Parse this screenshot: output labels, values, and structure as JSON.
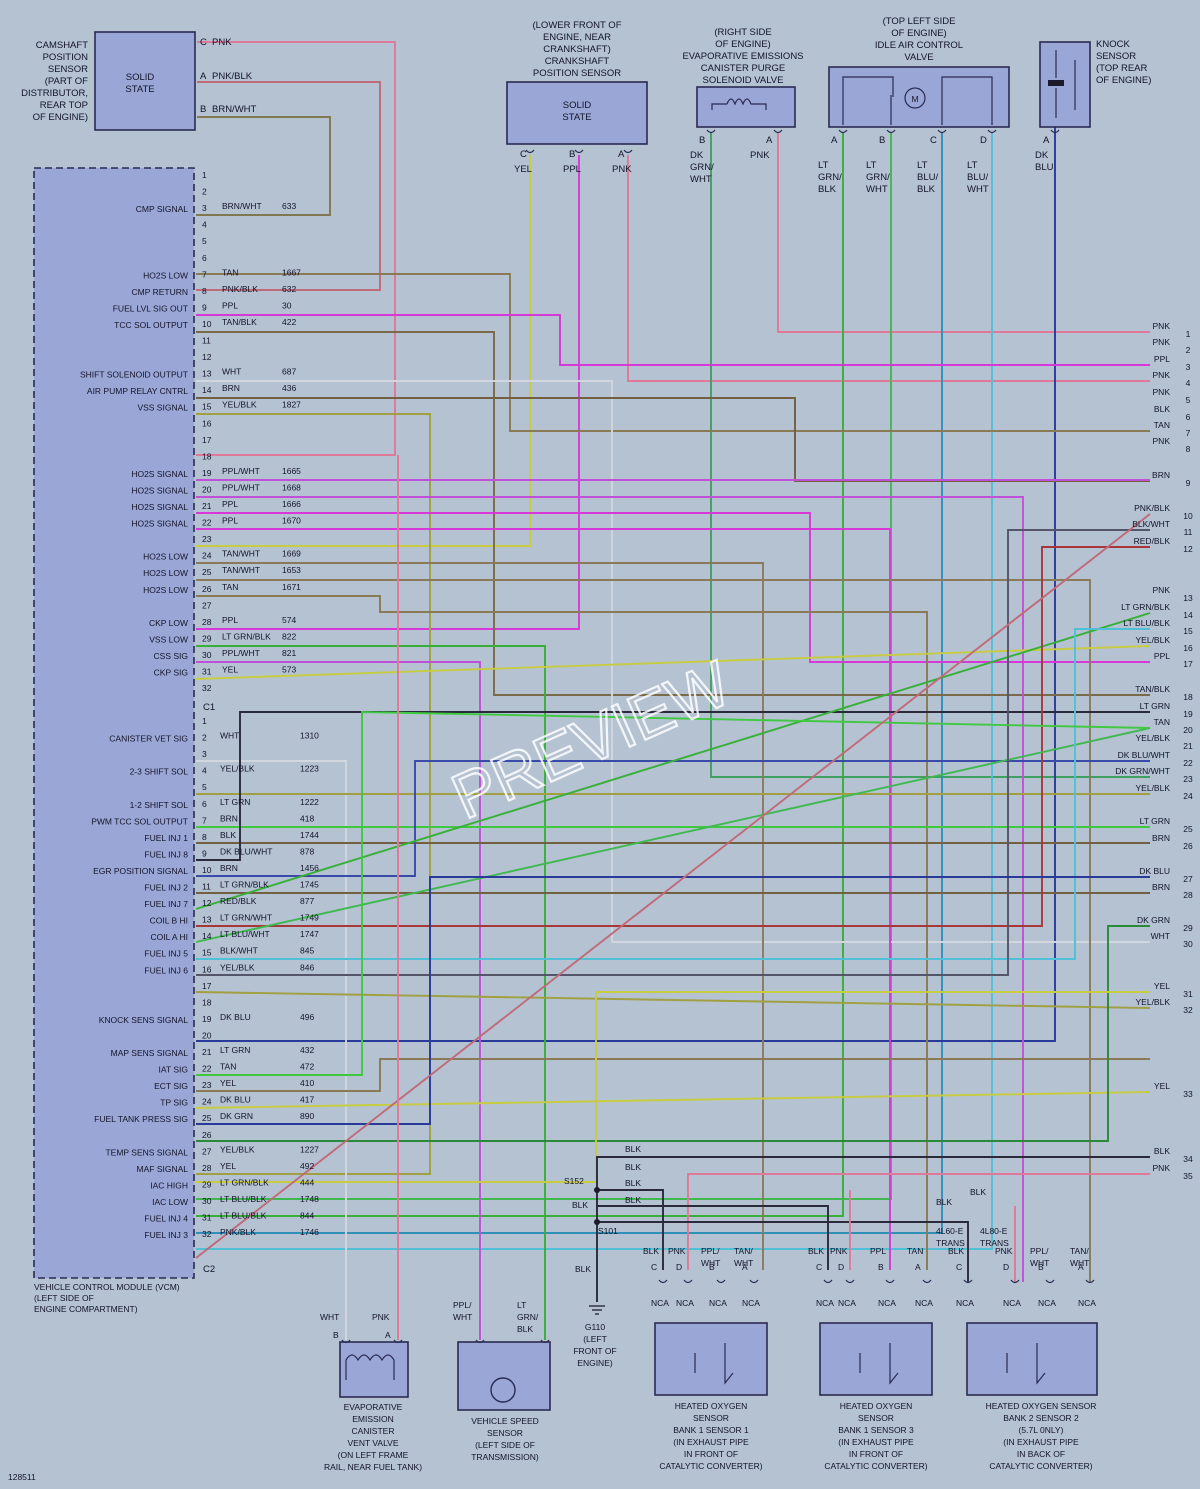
{
  "figure_id": "128511",
  "watermark": "PREVIEW",
  "colors": {
    "PNK": "#e0789a",
    "PNKBLK": "#c06a7a",
    "PPL": "#d838d8",
    "PPLWHT": "#c050d8",
    "BRN": "#726040",
    "BRNWHT": "#807850",
    "TAN": "#8a7a55",
    "TANBLK": "#7a6a4a",
    "TANWHT": "#8a7a5a",
    "YEL": "#c8cc40",
    "YELBLK": "#a0a040",
    "BLK": "#2a2a3a",
    "BLKWHT": "#55556a",
    "WHT": "#d2d6de",
    "GRN": "#40c040",
    "LTGRN": "#40c840",
    "LTGRNBLK": "#38b038",
    "LTGRNWHT": "#40b850",
    "DKGRN": "#2a8a3a",
    "DKGRNWHT": "#40a060",
    "LTBLU": "#38b8d0",
    "LTBLUBLK": "#3090b8",
    "LTBLUWHT": "#50c0d8",
    "DKBLU": "#2a3a9a",
    "DKBLUWHT": "#3a4aa8",
    "RED": "#c84040",
    "REDBLK": "#a83838"
  },
  "camshaft_sensor": {
    "label": [
      "CAMSHAFT",
      "POSITION",
      "SENSOR",
      "(PART OF",
      "DISTRIBUTOR,",
      "REAR TOP",
      "OF ENGINE)"
    ],
    "inner": [
      "SOLID",
      "STATE"
    ],
    "pins": [
      {
        "pin": "C",
        "wire": "PNK"
      },
      {
        "pin": "A",
        "wire": "PNK/BLK"
      },
      {
        "pin": "B",
        "wire": "BRN/WHT"
      }
    ]
  },
  "crankshaft_sensor": {
    "label": [
      "(LOWER FRONT OF",
      "ENGINE, NEAR",
      "CRANKSHAFT)",
      "CRANKSHAFT",
      "POSITION SENSOR"
    ],
    "inner": [
      "SOLID",
      "STATE"
    ],
    "pins": [
      {
        "pin": "C",
        "wire": [
          "YEL"
        ]
      },
      {
        "pin": "B",
        "wire": [
          "PPL"
        ]
      },
      {
        "pin": "A",
        "wire": [
          "PNK"
        ]
      }
    ]
  },
  "evap_purge_valve": {
    "label": [
      "(RIGHT SIDE",
      "OF ENGINE)",
      "EVAPORATIVE EMISSIONS",
      "CANISTER PURGE",
      "SOLENOID VALVE"
    ],
    "pins": [
      {
        "pin": "B",
        "wire": [
          "DK",
          "GRN/",
          "WHT"
        ]
      },
      {
        "pin": "A",
        "wire": [
          "PNK"
        ]
      }
    ]
  },
  "iac_valve": {
    "label": [
      "(TOP LEFT SIDE",
      "OF ENGINE)",
      "IDLE AIR CONTROL",
      "VALVE"
    ],
    "motor": "M",
    "pins": [
      {
        "pin": "A",
        "wire": [
          "LT",
          "GRN/",
          "BLK"
        ]
      },
      {
        "pin": "B",
        "wire": [
          "LT",
          "GRN/",
          "WHT"
        ]
      },
      {
        "pin": "C",
        "wire": [
          "LT",
          "BLU/",
          "BLK"
        ]
      },
      {
        "pin": "D",
        "wire": [
          "LT",
          "BLU/",
          "WHT"
        ]
      }
    ]
  },
  "knock_sensor": {
    "label": [
      "KNOCK",
      "SENSOR",
      "(TOP REAR",
      "OF ENGINE)"
    ],
    "pins": [
      {
        "pin": "A",
        "wire": [
          "DK",
          "BLU"
        ]
      }
    ]
  },
  "vcm": {
    "label": [
      "VEHICLE CONTROL MODULE (VCM)",
      "(LEFT SIDE OF",
      "ENGINE COMPARTMENT)"
    ],
    "c1": "C1",
    "c2": "C2",
    "c1_pins": [
      {
        "pin": "1",
        "signal": "",
        "wire": "",
        "circuit": ""
      },
      {
        "pin": "2",
        "signal": "",
        "wire": "",
        "circuit": ""
      },
      {
        "pin": "3",
        "signal": "CMP SIGNAL",
        "wire": "BRN/WHT",
        "circuit": "633"
      },
      {
        "pin": "4",
        "signal": "",
        "wire": "",
        "circuit": ""
      },
      {
        "pin": "5",
        "signal": "",
        "wire": "",
        "circuit": ""
      },
      {
        "pin": "6",
        "signal": "",
        "wire": "",
        "circuit": ""
      },
      {
        "pin": "7",
        "signal": "HO2S LOW",
        "wire": "TAN",
        "circuit": "1667"
      },
      {
        "pin": "8",
        "signal": "CMP RETURN",
        "wire": "PNK/BLK",
        "circuit": "632"
      },
      {
        "pin": "9",
        "signal": "FUEL LVL SIG OUT",
        "wire": "PPL",
        "circuit": "30"
      },
      {
        "pin": "10",
        "signal": "TCC SOL OUTPUT",
        "wire": "TAN/BLK",
        "circuit": "422"
      },
      {
        "pin": "11",
        "signal": "",
        "wire": "",
        "circuit": ""
      },
      {
        "pin": "12",
        "signal": "",
        "wire": "",
        "circuit": ""
      },
      {
        "pin": "13",
        "signal": "SHIFT SOLENOID OUTPUT",
        "wire": "WHT",
        "circuit": "687"
      },
      {
        "pin": "14",
        "signal": "AIR PUMP RELAY CNTRL",
        "wire": "BRN",
        "circuit": "436"
      },
      {
        "pin": "15",
        "signal": "VSS SIGNAL",
        "wire": "YEL/BLK",
        "circuit": "1827"
      },
      {
        "pin": "16",
        "signal": "",
        "wire": "",
        "circuit": ""
      },
      {
        "pin": "17",
        "signal": "",
        "wire": "",
        "circuit": ""
      },
      {
        "pin": "18",
        "signal": "",
        "wire": "",
        "circuit": ""
      },
      {
        "pin": "19",
        "signal": "HO2S SIGNAL",
        "wire": "PPL/WHT",
        "circuit": "1665"
      },
      {
        "pin": "20",
        "signal": "HO2S SIGNAL",
        "wire": "PPL/WHT",
        "circuit": "1668"
      },
      {
        "pin": "21",
        "signal": "HO2S SIGNAL",
        "wire": "PPL",
        "circuit": "1666"
      },
      {
        "pin": "22",
        "signal": "HO2S SIGNAL",
        "wire": "PPL",
        "circuit": "1670"
      },
      {
        "pin": "23",
        "signal": "",
        "wire": "",
        "circuit": ""
      },
      {
        "pin": "24",
        "signal": "HO2S LOW",
        "wire": "TAN/WHT",
        "circuit": "1669"
      },
      {
        "pin": "25",
        "signal": "HO2S LOW",
        "wire": "TAN/WHT",
        "circuit": "1653"
      },
      {
        "pin": "26",
        "signal": "HO2S LOW",
        "wire": "TAN",
        "circuit": "1671"
      },
      {
        "pin": "27",
        "signal": "",
        "wire": "",
        "circuit": ""
      },
      {
        "pin": "28",
        "signal": "CKP LOW",
        "wire": "PPL",
        "circuit": "574"
      },
      {
        "pin": "29",
        "signal": "VSS LOW",
        "wire": "LT GRN/BLK",
        "circuit": "822"
      },
      {
        "pin": "30",
        "signal": "CSS SIG",
        "wire": "PPL/WHT",
        "circuit": "821"
      },
      {
        "pin": "31",
        "signal": "CKP SIG",
        "wire": "YEL",
        "circuit": "573"
      },
      {
        "pin": "32",
        "signal": "",
        "wire": "",
        "circuit": ""
      }
    ],
    "c2_pins": [
      {
        "pin": "1",
        "signal": "",
        "wire": "",
        "circuit": ""
      },
      {
        "pin": "2",
        "signal": "CANISTER VET SIG",
        "wire": "WHT",
        "circuit": "1310"
      },
      {
        "pin": "3",
        "signal": "",
        "wire": "",
        "circuit": ""
      },
      {
        "pin": "4",
        "signal": "2-3 SHIFT SOL",
        "wire": "YEL/BLK",
        "circuit": "1223"
      },
      {
        "pin": "5",
        "signal": "",
        "wire": "",
        "circuit": ""
      },
      {
        "pin": "6",
        "signal": "1-2 SHIFT SOL",
        "wire": "LT GRN",
        "circuit": "1222"
      },
      {
        "pin": "7",
        "signal": "PWM TCC SOL OUTPUT",
        "wire": "BRN",
        "circuit": "418"
      },
      {
        "pin": "8",
        "signal": "FUEL INJ 1",
        "wire": "BLK",
        "circuit": "1744"
      },
      {
        "pin": "9",
        "signal": "FUEL INJ 8",
        "wire": "DK BLU/WHT",
        "circuit": "878"
      },
      {
        "pin": "10",
        "signal": "EGR POSITION SIGNAL",
        "wire": "BRN",
        "circuit": "1456"
      },
      {
        "pin": "11",
        "signal": "FUEL INJ 2",
        "wire": "LT GRN/BLK",
        "circuit": "1745"
      },
      {
        "pin": "12",
        "signal": "FUEL INJ 7",
        "wire": "RED/BLK",
        "circuit": "877"
      },
      {
        "pin": "13",
        "signal": "COIL B HI",
        "wire": "LT GRN/WHT",
        "circuit": "1749"
      },
      {
        "pin": "14",
        "signal": "COIL A HI",
        "wire": "LT BLU/WHT",
        "circuit": "1747"
      },
      {
        "pin": "15",
        "signal": "FUEL INJ 5",
        "wire": "BLK/WHT",
        "circuit": "845"
      },
      {
        "pin": "16",
        "signal": "FUEL INJ 6",
        "wire": "YEL/BLK",
        "circuit": "846"
      },
      {
        "pin": "17",
        "signal": "",
        "wire": "",
        "circuit": ""
      },
      {
        "pin": "18",
        "signal": "",
        "wire": "",
        "circuit": ""
      },
      {
        "pin": "19",
        "signal": "KNOCK SENS SIGNAL",
        "wire": "DK BLU",
        "circuit": "496"
      },
      {
        "pin": "20",
        "signal": "",
        "wire": "",
        "circuit": ""
      },
      {
        "pin": "21",
        "signal": "MAP SENS SIGNAL",
        "wire": "LT GRN",
        "circuit": "432"
      },
      {
        "pin": "22",
        "signal": "IAT SIG",
        "wire": "TAN",
        "circuit": "472"
      },
      {
        "pin": "23",
        "signal": "ECT SIG",
        "wire": "YEL",
        "circuit": "410"
      },
      {
        "pin": "24",
        "signal": "TP SIG",
        "wire": "DK BLU",
        "circuit": "417"
      },
      {
        "pin": "25",
        "signal": "FUEL TANK PRESS SIG",
        "wire": "DK GRN",
        "circuit": "890"
      },
      {
        "pin": "26",
        "signal": "",
        "wire": "",
        "circuit": ""
      },
      {
        "pin": "27",
        "signal": "TEMP SENS SIGNAL",
        "wire": "YEL/BLK",
        "circuit": "1227"
      },
      {
        "pin": "28",
        "signal": "MAF SIGNAL",
        "wire": "YEL",
        "circuit": "492"
      },
      {
        "pin": "29",
        "signal": "IAC HIGH",
        "wire": "LT GRN/BLK",
        "circuit": "444"
      },
      {
        "pin": "30",
        "signal": "IAC LOW",
        "wire": "LT BLU/BLK",
        "circuit": "1748"
      },
      {
        "pin": "31",
        "signal": "FUEL INJ 4",
        "wire": "LT BLU/BLK",
        "circuit": "844"
      },
      {
        "pin": "32",
        "signal": "FUEL INJ 3",
        "wire": "PNK/BLK",
        "circuit": "1746"
      }
    ]
  },
  "right_terminals": [
    {
      "num": "1",
      "wire": "PNK"
    },
    {
      "num": "2",
      "wire": "PNK"
    },
    {
      "num": "3",
      "wire": "PPL"
    },
    {
      "num": "4",
      "wire": "PNK"
    },
    {
      "num": "5",
      "wire": "PNK"
    },
    {
      "num": "6",
      "wire": "BLK"
    },
    {
      "num": "7",
      "wire": "TAN"
    },
    {
      "num": "8",
      "wire": "PNK"
    },
    {
      "num": "9",
      "wire": "BRN"
    },
    {
      "num": "10",
      "wire": "PNK/BLK"
    },
    {
      "num": "11",
      "wire": "BLK/WHT"
    },
    {
      "num": "12",
      "wire": "RED/BLK"
    },
    {
      "num": "13",
      "wire": "PNK"
    },
    {
      "num": "14",
      "wire": "LT GRN/BLK"
    },
    {
      "num": "15",
      "wire": "LT BLU/BLK"
    },
    {
      "num": "16",
      "wire": "YEL/BLK"
    },
    {
      "num": "17",
      "wire": "PPL"
    },
    {
      "num": "18",
      "wire": "TAN/BLK"
    },
    {
      "num": "19",
      "wire": "LT GRN"
    },
    {
      "num": "20",
      "wire": "TAN"
    },
    {
      "num": "21",
      "wire": "YEL/BLK"
    },
    {
      "num": "22",
      "wire": "DK BLU/WHT"
    },
    {
      "num": "23",
      "wire": "DK GRN/WHT"
    },
    {
      "num": "24",
      "wire": "YEL/BLK"
    },
    {
      "num": "25",
      "wire": "LT GRN"
    },
    {
      "num": "26",
      "wire": "BRN"
    },
    {
      "num": "27",
      "wire": "DK BLU"
    },
    {
      "num": "28",
      "wire": "BRN"
    },
    {
      "num": "29",
      "wire": "DK GRN"
    },
    {
      "num": "30",
      "wire": "WHT"
    },
    {
      "num": "31",
      "wire": "YEL"
    },
    {
      "num": "32",
      "wire": "YEL/BLK"
    },
    {
      "num": "33",
      "wire": "YEL"
    },
    {
      "num": "34",
      "wire": "BLK"
    },
    {
      "num": "35",
      "wire": "PNK"
    }
  ],
  "ground_splice": {
    "s152": "S152",
    "s101": "S101",
    "ground": [
      "G110",
      "(LEFT",
      "FRONT OF",
      "ENGINE)"
    ],
    "blk": "BLK",
    "trans": [
      "4L60-E",
      "TRANS"
    ],
    "trans2": [
      "4L80-E",
      "TRANS"
    ]
  },
  "evap_vent_valve": {
    "label": [
      "EVAPORATIVE",
      "EMISSION",
      "CANISTER",
      "VENT VALVE",
      "(ON LEFT FRAME",
      "RAIL, NEAR FUEL TANK)"
    ],
    "pins": [
      {
        "pin": "B",
        "wire": [
          "WHT"
        ]
      },
      {
        "pin": "A",
        "wire": [
          "PNK"
        ]
      }
    ]
  },
  "vss": {
    "label": [
      "VEHICLE SPEED",
      "SENSOR",
      "(LEFT SIDE OF",
      "TRANSMISSION)"
    ],
    "pins": [
      {
        "pin": "B",
        "wire": [
          "PPL/",
          "WHT"
        ]
      },
      {
        "pin": "A",
        "wire": [
          "LT",
          "GRN/",
          "BLK"
        ]
      }
    ]
  },
  "ho2s": [
    {
      "label": [
        "HEATED OXYGEN",
        "SENSOR",
        "BANK 1 SENSOR 1",
        "(IN EXHAUST PIPE",
        "IN FRONT OF",
        "CATALYTIC CONVERTER)"
      ],
      "pins": [
        {
          "pin": "C",
          "wire": [
            "BLK"
          ]
        },
        {
          "pin": "D",
          "wire": [
            "PNK"
          ]
        },
        {
          "pin": "B",
          "wire": [
            "PPL/",
            "WHT"
          ]
        },
        {
          "pin": "A",
          "wire": [
            "TAN/",
            "WHT"
          ]
        }
      ],
      "nca": "NCA"
    },
    {
      "label": [
        "HEATED OXYGEN",
        "SENSOR",
        "BANK 1 SENSOR 3",
        "(IN EXHAUST PIPE",
        "IN FRONT OF",
        "CATALYTIC CONVERTER)"
      ],
      "pins": [
        {
          "pin": "C",
          "wire": [
            "BLK"
          ]
        },
        {
          "pin": "D",
          "wire": [
            "PNK"
          ]
        },
        {
          "pin": "B",
          "wire": [
            "PPL"
          ]
        },
        {
          "pin": "A",
          "wire": [
            "TAN"
          ]
        }
      ],
      "nca": "NCA"
    },
    {
      "label": [
        "HEATED OXYGEN SENSOR",
        "BANK 2 SENSOR 2",
        "(5.7L 0NLY)",
        "(IN EXHAUST PIPE",
        "IN BACK OF",
        "CATALYTIC CONVERTER)"
      ],
      "pins": [
        {
          "pin": "C",
          "wire": [
            "BLK"
          ]
        },
        {
          "pin": "D",
          "wire": [
            "PNK"
          ]
        },
        {
          "pin": "B",
          "wire": [
            "PPL/",
            "WHT"
          ]
        },
        {
          "pin": "A",
          "wire": [
            "TAN/",
            "WHT"
          ]
        }
      ],
      "nca": "NCA"
    }
  ]
}
